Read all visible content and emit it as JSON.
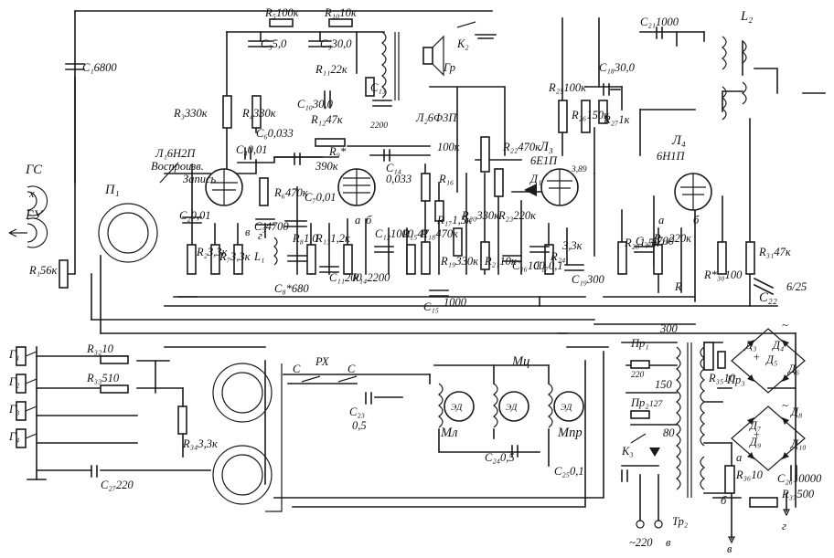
{
  "labels": {
    "c1": "C₁6800",
    "r5": "R₅100к",
    "r10": "R₁₀10к",
    "c3": "C₃5,0",
    "c9": "C₉30,0",
    "k2": "К₂",
    "gr": "Гр",
    "c18": "C₁₈30,0",
    "c21": "C₂₁1000",
    "l2": "L₂",
    "r11": "R₁₁22к",
    "c10": "C₁₀30,0",
    "c13": "C₁₃",
    "c13v": "2200",
    "r12": "R₁₂47к",
    "l2tube": "Л₂6Ф3П",
    "r3": "R₃330к",
    "r4": "R₄330к",
    "c6": "C₆0,033",
    "c4": "C₄0,01",
    "r9": "R₉*",
    "r9v": "390к",
    "c14": "C₁₄",
    "c14v": "0,033",
    "r16": "R₁₆",
    "r16v": "100к",
    "r22": "R₂₂470к",
    "l3": "Л₃",
    "l3t": "6Е1П",
    "r25": "R₂₅100к",
    "r26": "R₂₆150к",
    "r27": "R₂₇1к",
    "l4": "Л₄",
    "l4t": "6Н1П",
    "l1": "Л₁6Н2П",
    "vospr": "Воспроизв.",
    "zapis": "Запись",
    "gs": "ГС",
    "gu": "ГУ",
    "p1": "П₁",
    "c2": "C₂0,01",
    "r6": "R₆470к",
    "c5": "C₅4700",
    "c7": "C₇0,01",
    "r8": "R₈1,0",
    "r13": "R₁₃1,2к",
    "c12": "C₁₂1000",
    "r15": "R₁₅47",
    "r18": "R₁₈470к",
    "r17": "R₁₇1,5к",
    "r19": "R₁₉330к",
    "r20": "R₂₀330к",
    "r21": "R₂₁10к",
    "r23": "R₂₃220к",
    "c16": "C₁₆100",
    "c17": "C₁₇0,1",
    "d1": "Д₁",
    "r24": "R₂₄",
    "r24v": "3,3к",
    "c19": "C₁₉300",
    "r28": "R₂₈1,5к",
    "c20": "C₂₀4700",
    "r29": "R₂₉220к",
    "r30": "R*₃₀100",
    "r31": "R₃₁47к",
    "c22": "C₂₂",
    "c22v": "6/25",
    "r1": "R₁56к",
    "r2": "R₂3,3к",
    "r7": "R₇3,3к",
    "l1coil": "L₁",
    "c8": "C₈*680",
    "c11": "C₁₁200",
    "r14": "R₁₄2200",
    "c15": "C₁₅",
    "c15v": "1000",
    "g1": "Г₁",
    "g2": "Г₂",
    "g3": "Г₃",
    "g4": "Г₄",
    "r32": "R₃₂10",
    "r33": "R₃₃510",
    "r34": "R₃₄3,3к",
    "c27": "C₂₇220",
    "c23": "C₂₃",
    "c23v": "0,5",
    "c24": "C₂₄0,5",
    "mc": "Мц",
    "ml": "Мл",
    "mpr": "Мпр",
    "ed": "ЭД",
    "rx": "РХ",
    "c": "С",
    "pr1": "Пр₁",
    "pr1v": "220",
    "pr2": "Пр₂",
    "pr2v": "127",
    "pr3": "Пр₃",
    "k3": "К₃",
    "c25": "C₂₅0,1",
    "tr2": "Тр₂",
    "mains": "~220",
    "v300": "300",
    "v150": "150",
    "v80": "80",
    "r35": "R₃₅10",
    "c26": "C₂₆10000",
    "r36": "R₃₆10",
    "r37": "R₃₇500",
    "d3": "Д₃",
    "d4": "Д₄",
    "d5": "Д₅",
    "d6": "Д₆",
    "d7": "Д₇",
    "d8": "Д₈",
    "d9": "Д₉",
    "d10": "Д₁₀",
    "a": "а",
    "b": "б",
    "v": "в",
    "g": "г",
    "r": "R",
    "x": "х",
    "plus": "+",
    "tilde": "~",
    "n389": "3,89"
  }
}
